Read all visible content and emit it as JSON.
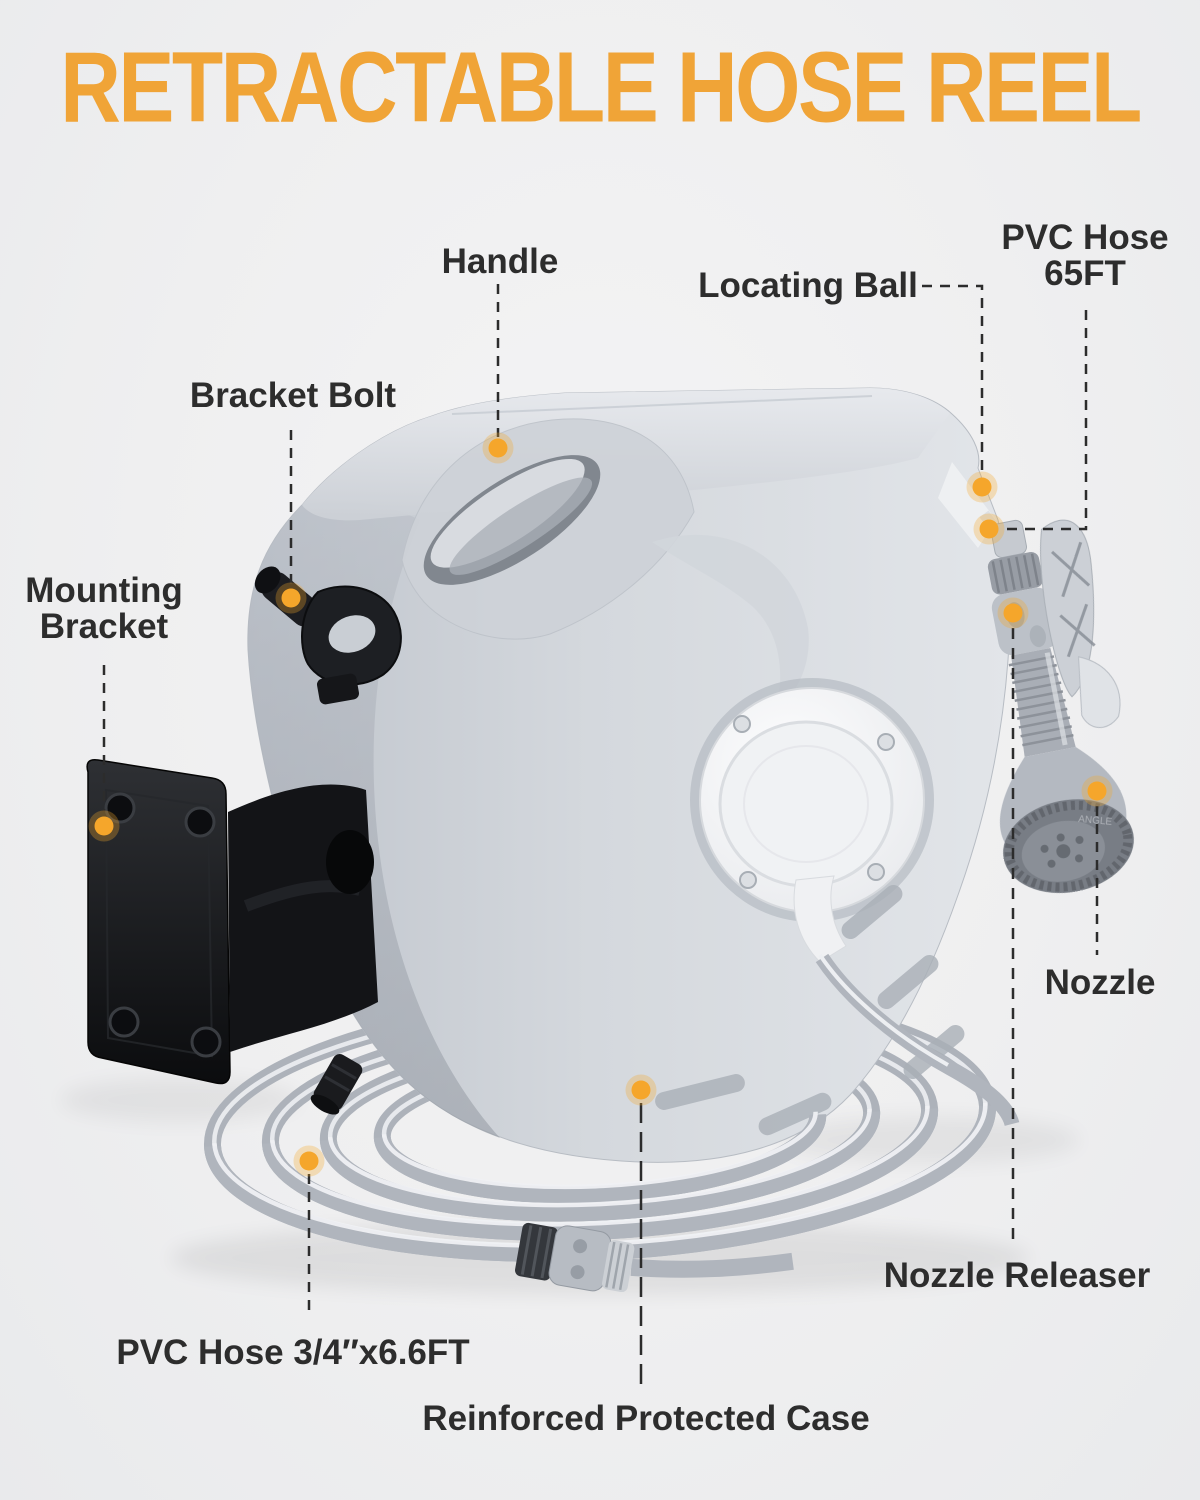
{
  "title": {
    "text": "RETRACTABLE HOSE REEL"
  },
  "callouts": {
    "handle": {
      "label": "Handle"
    },
    "locating_ball": {
      "label": "Locating Ball"
    },
    "pvc_hose_65ft": {
      "line1": "PVC Hose",
      "line2": "65FT"
    },
    "bracket_bolt": {
      "label": "Bracket Bolt"
    },
    "mounting_bracket": {
      "line1": "Mounting",
      "line2": "Bracket"
    },
    "nozzle": {
      "label": "Nozzle"
    },
    "nozzle_releaser": {
      "label": "Nozzle Releaser"
    },
    "pvc_hose_short": {
      "label": "PVC Hose 3/4″x6.6FT"
    },
    "reinforced_case": {
      "label": "Reinforced Protected Case"
    }
  },
  "product": {
    "name": "retractable-hose-reel",
    "nozzle_ring_text": "ANGLE"
  },
  "colors": {
    "accent_orange": "#f0a437",
    "marker_orange": "#f5a62b",
    "label_text": "#2d2d2d",
    "leader_line": "#2c2c2c",
    "background": "#efeff0",
    "case_gray": "#d4d8dd",
    "bracket_black": "#141518"
  }
}
